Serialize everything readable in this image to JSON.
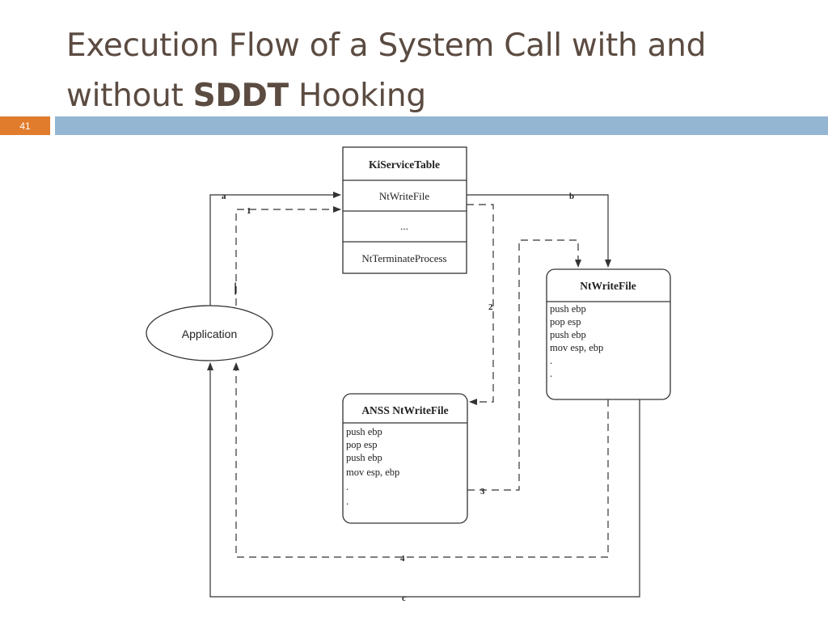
{
  "slide": {
    "title_part1": "Execution Flow of a System Call with and without ",
    "title_bold": "SDDT",
    "title_part2": " Hooking",
    "slide_number": "41"
  },
  "diagram": {
    "service_table": {
      "header": "KiServiceTable",
      "rows": [
        "NtWriteFile",
        "...",
        "NtTerminateProcess"
      ]
    },
    "application": {
      "label": "Application"
    },
    "original_function": {
      "header": "NtWriteFile",
      "lines": [
        "push ebp",
        "pop esp",
        "push ebp",
        "mov esp, ebp",
        ".",
        "."
      ]
    },
    "hook_function": {
      "header": "ANSS  NtWriteFile",
      "lines": [
        "push ebp",
        "pop esp",
        "push ebp",
        "mov esp, ebp",
        ".",
        "."
      ]
    },
    "edge_labels": {
      "a": "a",
      "b": "b",
      "c": "c",
      "step1": "1",
      "step2": "2",
      "step3": "3",
      "step4": "4"
    },
    "stray_mark": "|"
  },
  "colors": {
    "title": "#5b4b41",
    "slide_number_bg": "#e07c2c",
    "title_bar": "#94b6d2",
    "lines": "#333333"
  }
}
